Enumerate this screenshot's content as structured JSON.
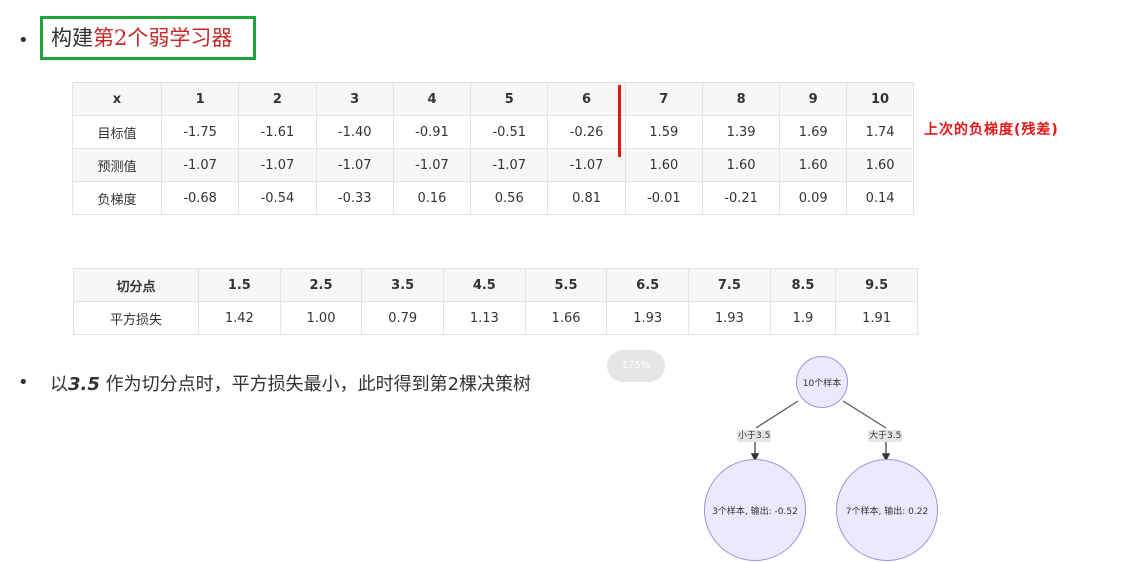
{
  "slide": {
    "bullet_char": "•",
    "title_part1": "构建",
    "title_part2": "第2个弱学习器",
    "annotation": "上次的负梯度(残差)",
    "conclusion_prefix": "以",
    "conclusion_value": "3.5",
    "conclusion_suffix": " 作为切分点时，平方损失最小，此时得到第2棵决策树",
    "overlay_pill": "175%"
  },
  "gradient_table": {
    "headers": [
      "x",
      "1",
      "2",
      "3",
      "4",
      "5",
      "6",
      "7",
      "8",
      "9",
      "10"
    ],
    "rows": [
      [
        "目标值",
        "-1.75",
        "-1.61",
        "-1.40",
        "-0.91",
        "-0.51",
        "-0.26",
        "1.59",
        "1.39",
        "1.69",
        "1.74"
      ],
      [
        "预测值",
        "-1.07",
        "-1.07",
        "-1.07",
        "-1.07",
        "-1.07",
        "-1.07",
        "1.60",
        "1.60",
        "1.60",
        "1.60"
      ],
      [
        "负梯度",
        "-0.68",
        "-0.54",
        "-0.33",
        "0.16",
        "0.56",
        "0.81",
        "-0.01",
        "-0.21",
        "0.09",
        "0.14"
      ]
    ]
  },
  "split_table": {
    "headers": [
      "切分点",
      "1.5",
      "2.5",
      "3.5",
      "4.5",
      "5.5",
      "6.5",
      "7.5",
      "8.5",
      "9.5"
    ],
    "rows": [
      [
        "平方损失",
        "1.42",
        "1.00",
        "0.79",
        "1.13",
        "1.66",
        "1.93",
        "1.93",
        "1.9",
        "1.91"
      ]
    ]
  },
  "tree": {
    "root": "10个样本",
    "left_edge": "小于3.5",
    "right_edge": "大于3.5",
    "left_leaf": "3个样本, 输出: -0.52",
    "right_leaf": "7个样本, 输出: 0.22"
  }
}
